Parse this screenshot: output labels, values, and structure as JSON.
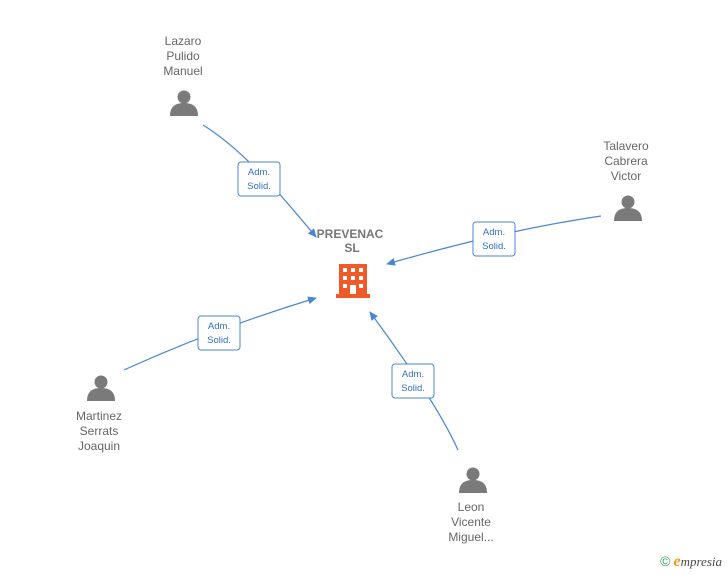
{
  "company": {
    "name_line1": "PREVENAC",
    "name_line2": "SL",
    "icon": "building-icon",
    "color": "#f05a28"
  },
  "people": [
    {
      "id": "lazaro",
      "lines": [
        "Lazaro",
        "Pulido",
        "Manuel"
      ],
      "icon": "person-icon",
      "role_line1": "Adm.",
      "role_line2": "Solid."
    },
    {
      "id": "talavero",
      "lines": [
        "Talavero",
        "Cabrera",
        "Victor"
      ],
      "icon": "person-icon",
      "role_line1": "Adm.",
      "role_line2": "Solid."
    },
    {
      "id": "martinez",
      "lines": [
        "Martinez",
        "Serrats",
        "Joaquin"
      ],
      "icon": "person-icon",
      "role_line1": "Adm.",
      "role_line2": "Solid."
    },
    {
      "id": "leon",
      "lines": [
        "Leon",
        "Vicente",
        "Miguel..."
      ],
      "icon": "person-icon",
      "role_line1": "Adm.",
      "role_line2": "Solid."
    }
  ],
  "colors": {
    "edge": "#4a86d8",
    "person": "#7a7a7a"
  },
  "footer": {
    "copyright": "©",
    "brand_first": "e",
    "brand_rest": "mpresia"
  }
}
